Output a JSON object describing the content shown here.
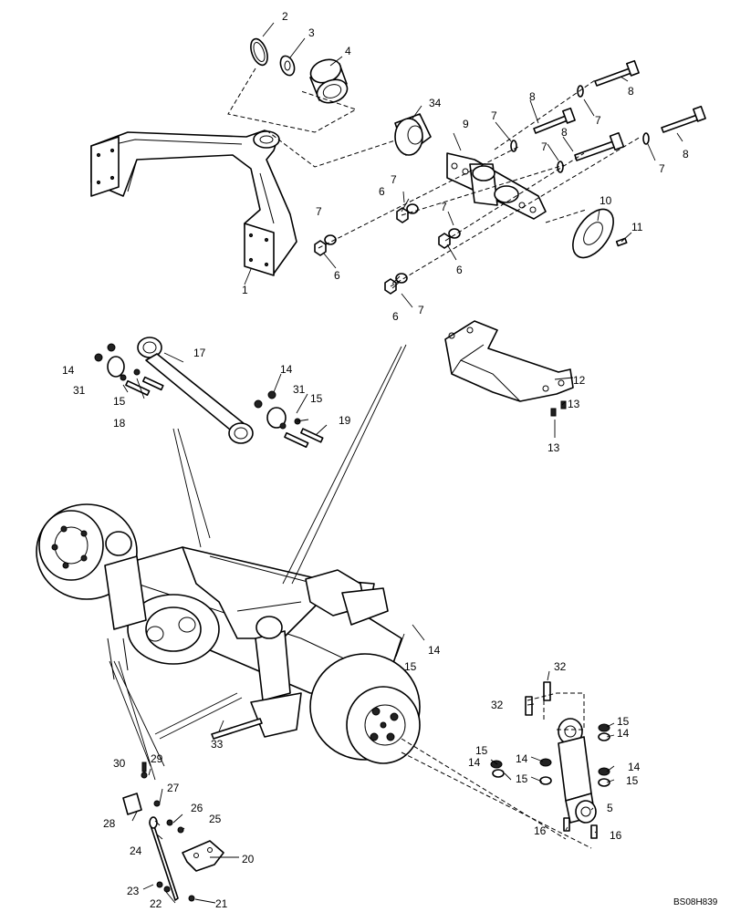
{
  "diagram": {
    "reference_code": "BS08H839",
    "callouts": [
      {
        "id": "c1",
        "label": "1"
      },
      {
        "id": "c2",
        "label": "2"
      },
      {
        "id": "c3",
        "label": "3"
      },
      {
        "id": "c4",
        "label": "4"
      },
      {
        "id": "c5",
        "label": "5"
      },
      {
        "id": "c6a",
        "label": "6"
      },
      {
        "id": "c6b",
        "label": "6"
      },
      {
        "id": "c6c",
        "label": "6"
      },
      {
        "id": "c6d",
        "label": "6"
      },
      {
        "id": "c7a",
        "label": "7"
      },
      {
        "id": "c7b",
        "label": "7"
      },
      {
        "id": "c7c",
        "label": "7"
      },
      {
        "id": "c7d",
        "label": "7"
      },
      {
        "id": "c7e",
        "label": "7"
      },
      {
        "id": "c7f",
        "label": "7"
      },
      {
        "id": "c7g",
        "label": "7"
      },
      {
        "id": "c7h",
        "label": "7"
      },
      {
        "id": "c8a",
        "label": "8"
      },
      {
        "id": "c8b",
        "label": "8"
      },
      {
        "id": "c8c",
        "label": "8"
      },
      {
        "id": "c8d",
        "label": "8"
      },
      {
        "id": "c9",
        "label": "9"
      },
      {
        "id": "c10",
        "label": "10"
      },
      {
        "id": "c11",
        "label": "11"
      },
      {
        "id": "c12",
        "label": "12"
      },
      {
        "id": "c13a",
        "label": "13"
      },
      {
        "id": "c13b",
        "label": "13"
      },
      {
        "id": "c14a",
        "label": "14"
      },
      {
        "id": "c14b",
        "label": "14"
      },
      {
        "id": "c14c",
        "label": "14"
      },
      {
        "id": "c14d",
        "label": "14"
      },
      {
        "id": "c14e",
        "label": "14"
      },
      {
        "id": "c14f",
        "label": "14"
      },
      {
        "id": "c14g",
        "label": "14"
      },
      {
        "id": "c15a",
        "label": "15"
      },
      {
        "id": "c15b",
        "label": "15"
      },
      {
        "id": "c15c",
        "label": "15"
      },
      {
        "id": "c15d",
        "label": "15"
      },
      {
        "id": "c15e",
        "label": "15"
      },
      {
        "id": "c15f",
        "label": "15"
      },
      {
        "id": "c15g",
        "label": "15"
      },
      {
        "id": "c16a",
        "label": "16"
      },
      {
        "id": "c16b",
        "label": "16"
      },
      {
        "id": "c17",
        "label": "17"
      },
      {
        "id": "c18",
        "label": "18"
      },
      {
        "id": "c19",
        "label": "19"
      },
      {
        "id": "c20",
        "label": "20"
      },
      {
        "id": "c21",
        "label": "21"
      },
      {
        "id": "c22",
        "label": "22"
      },
      {
        "id": "c23",
        "label": "23"
      },
      {
        "id": "c24",
        "label": "24"
      },
      {
        "id": "c25",
        "label": "25"
      },
      {
        "id": "c26",
        "label": "26"
      },
      {
        "id": "c27",
        "label": "27"
      },
      {
        "id": "c28",
        "label": "28"
      },
      {
        "id": "c29",
        "label": "29"
      },
      {
        "id": "c30",
        "label": "30"
      },
      {
        "id": "c31a",
        "label": "31"
      },
      {
        "id": "c31b",
        "label": "31"
      },
      {
        "id": "c32a",
        "label": "32"
      },
      {
        "id": "c32b",
        "label": "32"
      },
      {
        "id": "c33",
        "label": "33"
      },
      {
        "id": "c34",
        "label": "34"
      }
    ]
  }
}
